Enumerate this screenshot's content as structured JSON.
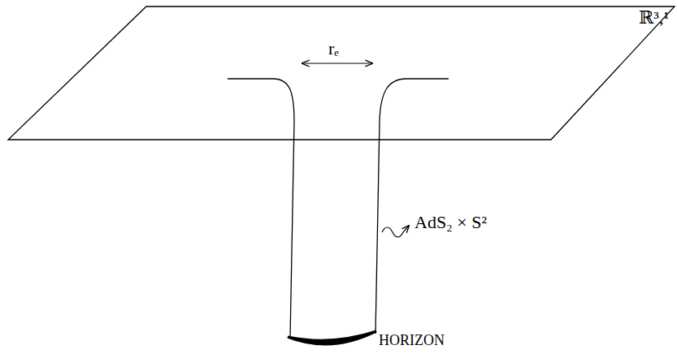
{
  "diagram": {
    "labels": [
      "ℝ³,¹",
      "rₑ",
      "AdS₂ × S²",
      "HORIZON"
    ]
  }
}
